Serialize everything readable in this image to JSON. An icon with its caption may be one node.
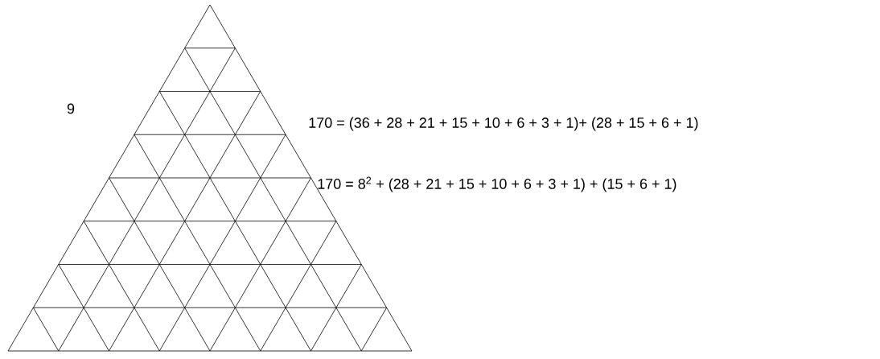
{
  "diagram": {
    "labels": [
      "9",
      "170 = (36 + 28 + 21 + 15 + 10 + 6 + 3 + 1)+ (28 + 15 + 6 + 1)",
      "170 = 8$^{2}$ + (28 + 21 + 15 + 10 + 6 + 3 + 1) + (15 + 6 + 1)"
    ]
  }
}
